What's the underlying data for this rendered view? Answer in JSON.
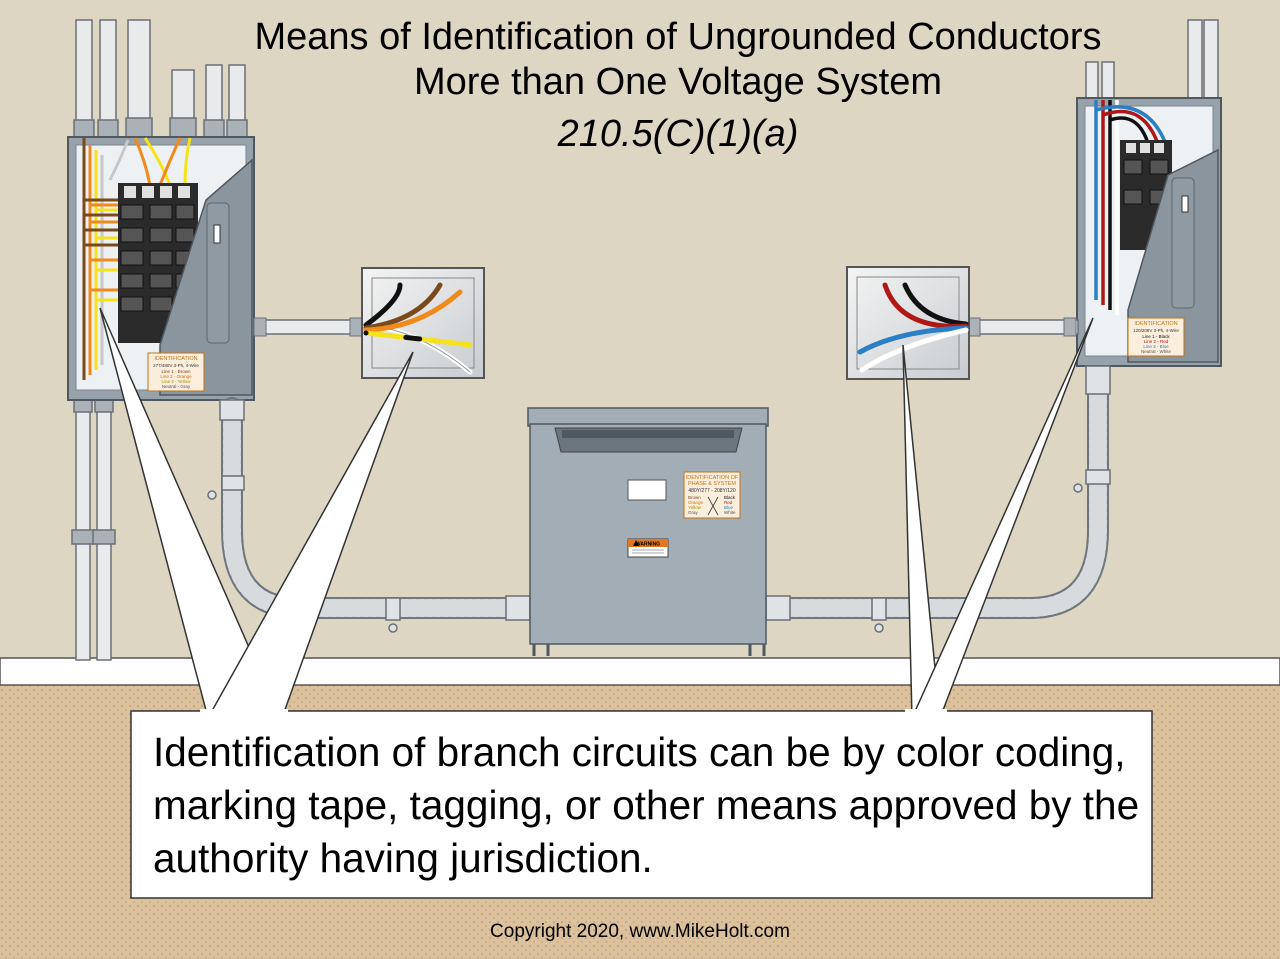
{
  "title": {
    "line1": "Means of Identification of Ungrounded Conductors",
    "line2": "More than One Voltage System",
    "line3": "210.5(C)(1)(a)"
  },
  "callout": {
    "text": "Identification of branch circuits can be by color coding, marking tape, tagging, or other means approved by the authority having jurisdiction."
  },
  "left_panel_label": {
    "heading": "IDENTIFICATION",
    "system": "277/480V 3-Ph, 4-Wire",
    "line1": "Line 1 - Brown",
    "line2": "Line 2 - Orange",
    "line3": "Line 3 - Yellow",
    "neutral": "Neutral - Gray"
  },
  "right_panel_label": {
    "heading": "IDENTIFICATION",
    "system": "120/208V 3-Ph, 4-Wire",
    "line1": "Line 1 - Black",
    "line2": "Line 2 - Red",
    "line3": "Line 3 - Blue",
    "neutral": "Neutral - White"
  },
  "transformer_label": {
    "heading1": "IDENTIFICATION OF",
    "heading2": "PHASE & SYSTEM",
    "systems": "480Y/277 - 208Y/120",
    "left_colors": [
      "Brown",
      "Orange",
      "Yellow",
      "Gray"
    ],
    "right_colors": [
      "Black",
      "Red",
      "Blue",
      "White"
    ]
  },
  "warning": {
    "label": "WARNING"
  },
  "copyright": "Copyright 2020, www.MikeHolt.com",
  "colors": {
    "wall": "#ddd6c2",
    "floor": "#dcc29c",
    "panel": "#97a2ab",
    "brown": "#7a4a1c",
    "orange": "#f08a1c",
    "yellow": "#f5e21a",
    "gray": "#b8b8b8",
    "black": "#111111",
    "red": "#b01818",
    "blue": "#2b7fc4",
    "white": "#ffffff"
  }
}
